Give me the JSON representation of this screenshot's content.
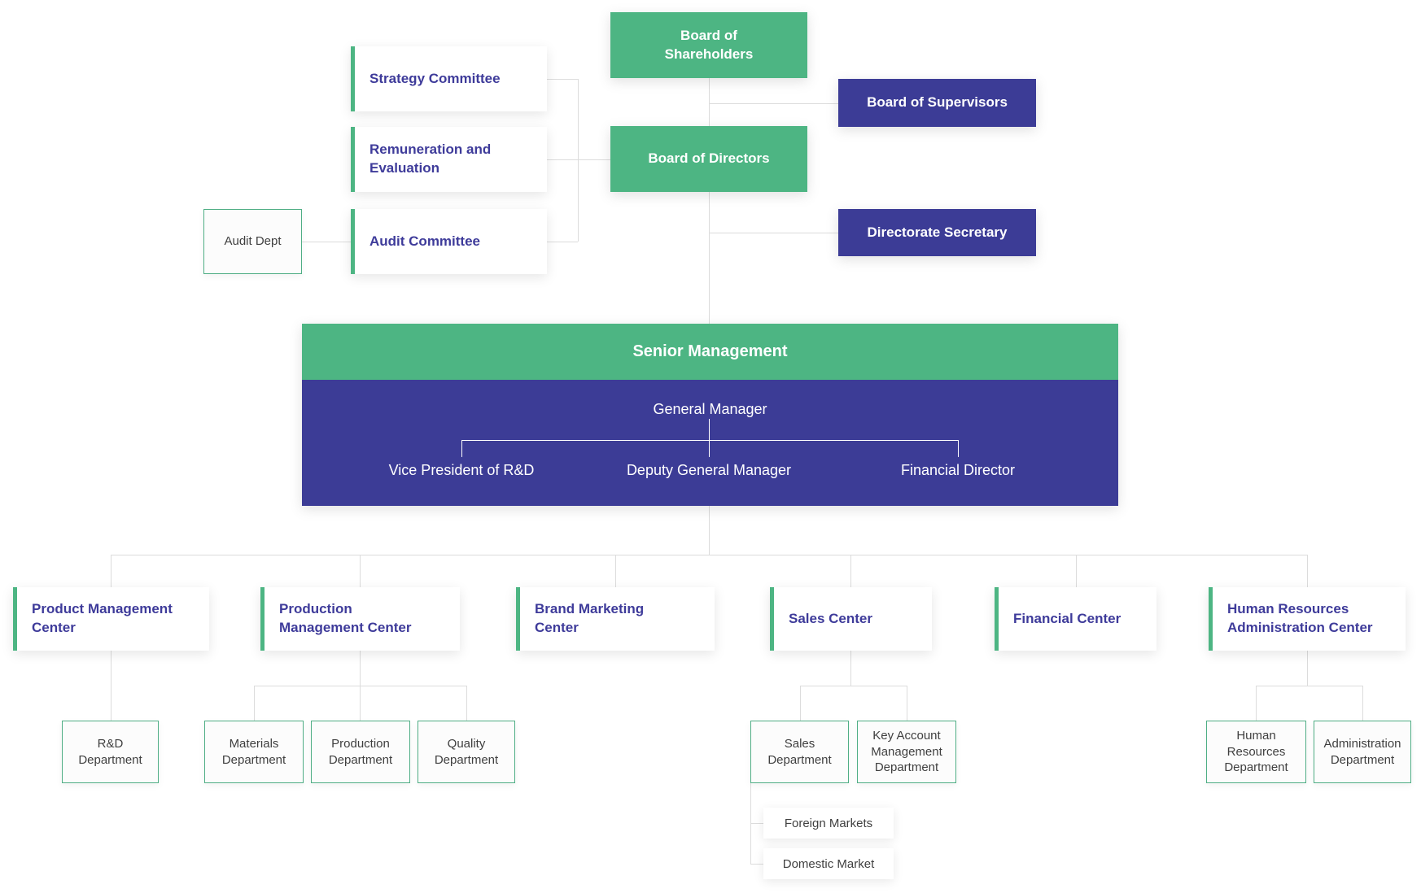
{
  "palette": {
    "green": "#4db583",
    "purple": "#3c3c96",
    "indigo_text": "#3e3b9a",
    "dept_border": "#4fae85",
    "dept_text": "#3f3f3f",
    "connector": "#dcdcdc"
  },
  "governance": {
    "shareholders": "Board of Shareholders",
    "supervisors": "Board of Supervisors",
    "directors": "Board of Directors",
    "secretary": "Directorate Secretary"
  },
  "committees": [
    {
      "label": "Strategy Committee"
    },
    {
      "label": "Remuneration and Evaluation"
    },
    {
      "label": "Audit Committee"
    }
  ],
  "audit_dept": {
    "label": "Audit Dept"
  },
  "senior_management": {
    "title": "Senior Management",
    "general_manager": "General Manager",
    "roles": [
      {
        "label": "Vice President of R&D"
      },
      {
        "label": "Deputy General Manager"
      },
      {
        "label": "Financial Director"
      }
    ]
  },
  "centers": [
    {
      "label": "Product Management Center"
    },
    {
      "label": "Production Management Center"
    },
    {
      "label": "Brand Marketing Center"
    },
    {
      "label": "Sales Center"
    },
    {
      "label": "Financial Center"
    },
    {
      "label": "Human Resources Administration Center"
    }
  ],
  "departments": [
    {
      "label": "R&D Department"
    },
    {
      "label": "Materials Department"
    },
    {
      "label": "Production Department"
    },
    {
      "label": "Quality Department"
    },
    {
      "label": "Sales Department"
    },
    {
      "label": "Key Account Management Department"
    },
    {
      "label": "Human Resources Department"
    },
    {
      "label": "Administration Department"
    }
  ],
  "markets": [
    {
      "label": "Foreign Markets"
    },
    {
      "label": "Domestic Market"
    }
  ]
}
